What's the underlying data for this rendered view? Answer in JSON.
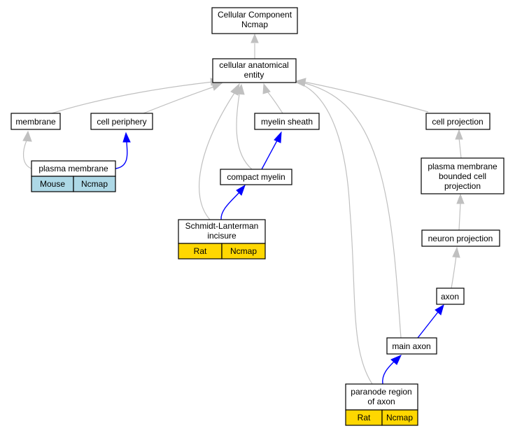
{
  "colors": {
    "is_a_edge": "#c0c0c0",
    "part_of_edge": "#0000ff",
    "mouse_cell": "#add8e6",
    "rat_cell": "#ffd700"
  },
  "nodes": {
    "root": {
      "line1": "Cellular Component",
      "line2": "Ncmap"
    },
    "cae": {
      "line1": "cellular anatomical",
      "line2": "entity"
    },
    "membrane": {
      "label": "membrane"
    },
    "cell_periphery": {
      "label": "cell periphery"
    },
    "myelin_sheath": {
      "label": "myelin sheath"
    },
    "cell_projection": {
      "label": "cell projection"
    },
    "plasma_membrane": {
      "label": "plasma membrane",
      "species": "Mouse",
      "source": "Ncmap"
    },
    "compact_myelin": {
      "label": "compact myelin"
    },
    "pmbcp": {
      "line1": "plasma membrane",
      "line2": "bounded cell",
      "line3": "projection"
    },
    "schmidt": {
      "line1": "Schmidt-Lanterman",
      "line2": "incisure",
      "species": "Rat",
      "source": "Ncmap"
    },
    "neuron_projection": {
      "label": "neuron projection"
    },
    "axon": {
      "label": "axon"
    },
    "main_axon": {
      "label": "main axon"
    },
    "paranode": {
      "line1": "paranode region",
      "line2": "of axon",
      "species": "Rat",
      "source": "Ncmap"
    }
  }
}
